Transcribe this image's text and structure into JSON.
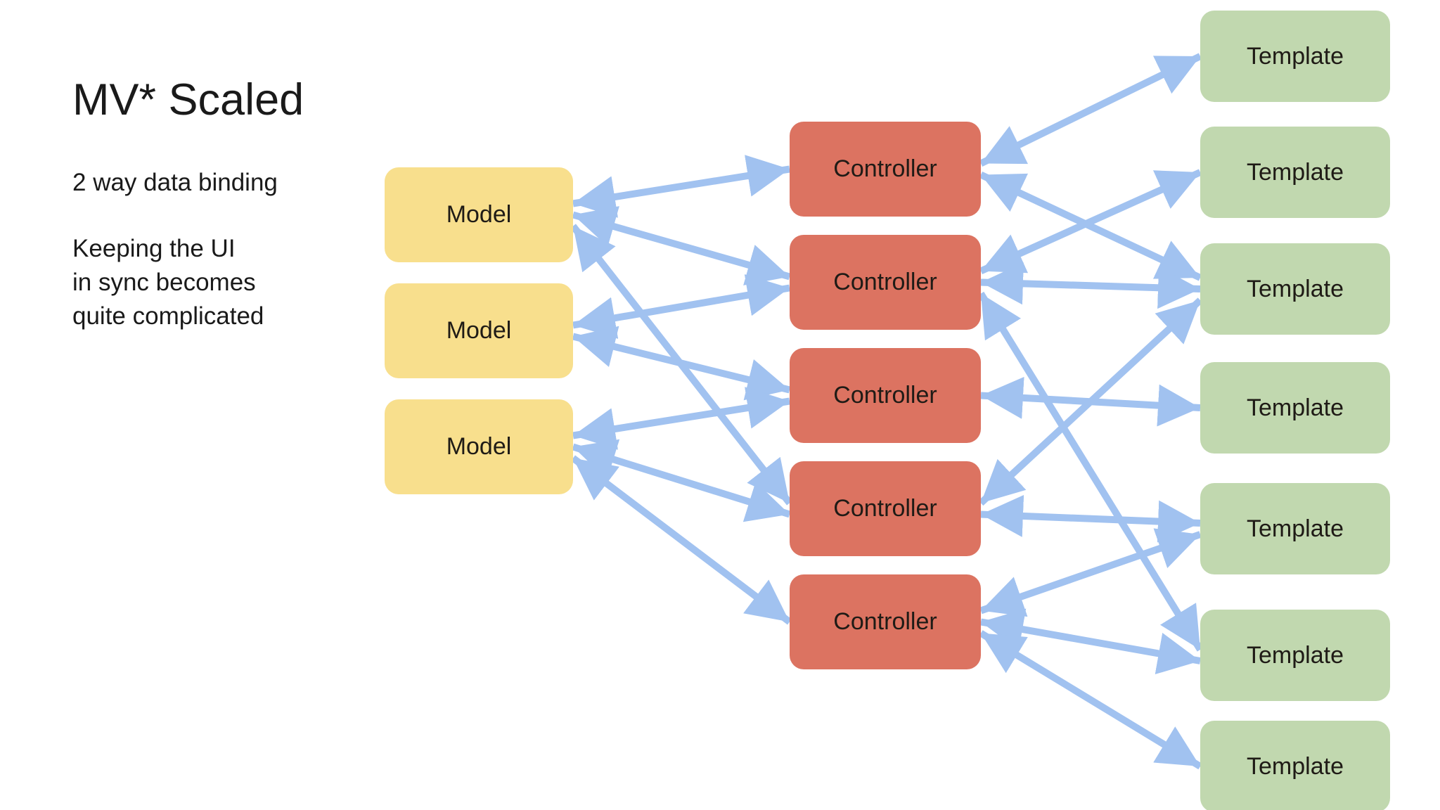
{
  "slide": {
    "title": "MV* Scaled",
    "subtitle": "2 way data binding",
    "body_lines": [
      "Keeping the UI",
      "in sync becomes",
      "quite complicated"
    ]
  },
  "colors": {
    "background": "#FFFFFF",
    "model_fill": "#F8DF8D",
    "controller_fill": "#DC7361",
    "template_fill": "#C1D8AF",
    "arrow_blue": "#A1C2F0",
    "text": "#1A1A1A"
  },
  "diagram": {
    "nodes": [
      {
        "id": "M1",
        "label": "Model",
        "type": "model",
        "row": 0
      },
      {
        "id": "M2",
        "label": "Model",
        "type": "model",
        "row": 1
      },
      {
        "id": "M3",
        "label": "Model",
        "type": "model",
        "row": 2
      },
      {
        "id": "C1",
        "label": "Controller",
        "type": "controller",
        "row": 0
      },
      {
        "id": "C2",
        "label": "Controller",
        "type": "controller",
        "row": 1
      },
      {
        "id": "C3",
        "label": "Controller",
        "type": "controller",
        "row": 2
      },
      {
        "id": "C4",
        "label": "Controller",
        "type": "controller",
        "row": 3
      },
      {
        "id": "C5",
        "label": "Controller",
        "type": "controller",
        "row": 4
      },
      {
        "id": "T1",
        "label": "Template",
        "type": "template",
        "row": 0
      },
      {
        "id": "T2",
        "label": "Template",
        "type": "template",
        "row": 1
      },
      {
        "id": "T3",
        "label": "Template",
        "type": "template",
        "row": 2
      },
      {
        "id": "T4",
        "label": "Template",
        "type": "template",
        "row": 3
      },
      {
        "id": "T5",
        "label": "Template",
        "type": "template",
        "row": 4
      },
      {
        "id": "T6",
        "label": "Template",
        "type": "template",
        "row": 5
      },
      {
        "id": "T7",
        "label": "Template",
        "type": "template",
        "row": 6
      }
    ],
    "edges": [
      {
        "from": "M1",
        "to": "C1",
        "bidirectional": true
      },
      {
        "from": "M1",
        "to": "C2",
        "bidirectional": true
      },
      {
        "from": "M1",
        "to": "C4",
        "bidirectional": true
      },
      {
        "from": "M2",
        "to": "C2",
        "bidirectional": true
      },
      {
        "from": "M2",
        "to": "C3",
        "bidirectional": true
      },
      {
        "from": "M3",
        "to": "C3",
        "bidirectional": true
      },
      {
        "from": "M3",
        "to": "C4",
        "bidirectional": true
      },
      {
        "from": "M3",
        "to": "C5",
        "bidirectional": true
      },
      {
        "from": "C1",
        "to": "T1",
        "bidirectional": true
      },
      {
        "from": "C1",
        "to": "T3",
        "bidirectional": true
      },
      {
        "from": "C2",
        "to": "T2",
        "bidirectional": true
      },
      {
        "from": "C2",
        "to": "T3",
        "bidirectional": true
      },
      {
        "from": "C2",
        "to": "T6",
        "bidirectional": true
      },
      {
        "from": "C3",
        "to": "T4",
        "bidirectional": true
      },
      {
        "from": "C4",
        "to": "T3",
        "bidirectional": true
      },
      {
        "from": "C4",
        "to": "T5",
        "bidirectional": true
      },
      {
        "from": "C5",
        "to": "T5",
        "bidirectional": true
      },
      {
        "from": "C5",
        "to": "T6",
        "bidirectional": true
      },
      {
        "from": "C5",
        "to": "T7",
        "bidirectional": true
      }
    ]
  }
}
